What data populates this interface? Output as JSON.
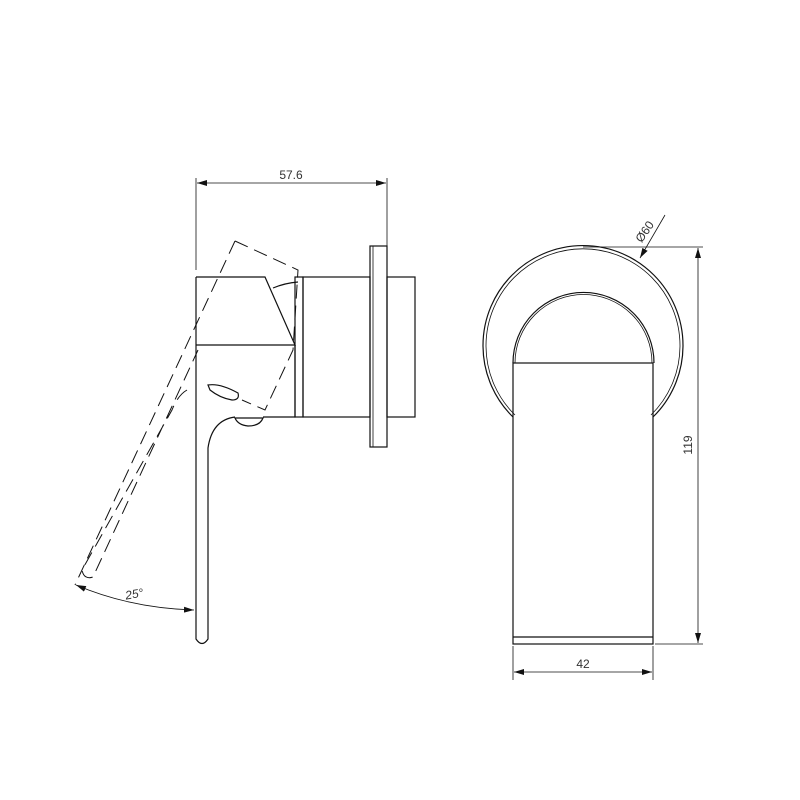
{
  "side_view": {
    "width_dimension": "57.6",
    "rotation_angle": "25°"
  },
  "front_view": {
    "diameter_dimension": "Ø60",
    "height_dimension": "119",
    "width_dimension": "42"
  }
}
